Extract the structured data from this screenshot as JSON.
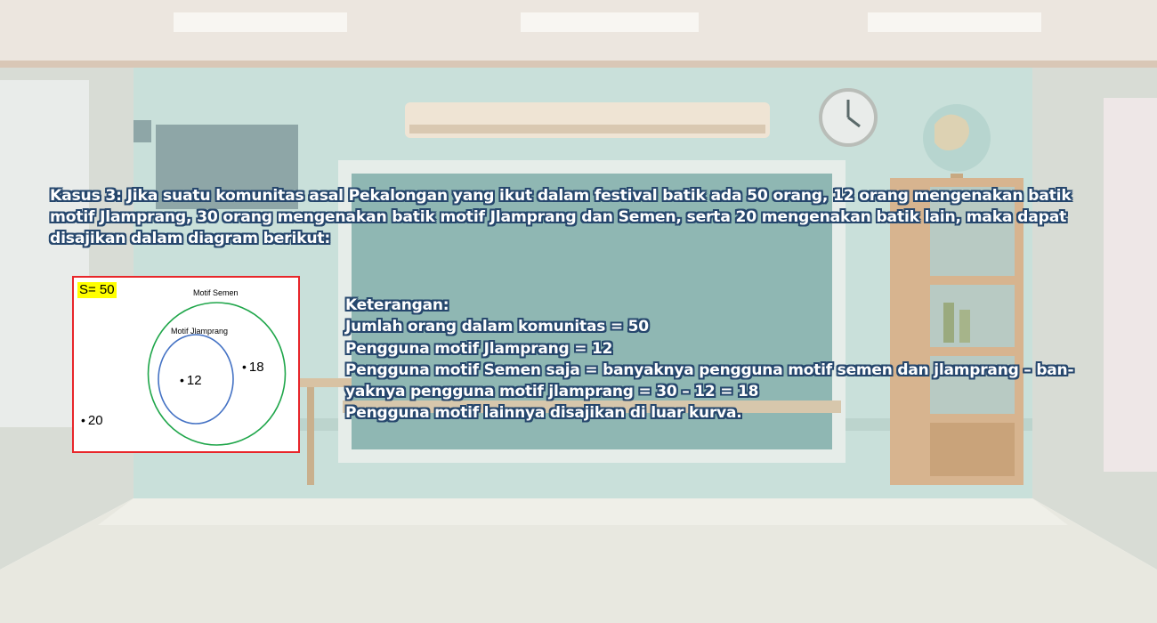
{
  "case_text": "Kasus 3: Jika suatu komunitas asal Pekalongan yang ikut dalam festival batik ada 50 orang, 12 orang mengenakan batik motif Jlamprang,  30 orang mengenakan batik motif Jlamprang dan Semen, serta 20 mengenakan batik lain, maka dapat disajikan dalam diagram berikut:",
  "diagram": {
    "universal_label": "S= 50",
    "outer_set_label": "Motif Semen",
    "inner_set_label": "Motif Jlamprang",
    "inner_value": "12",
    "outer_only_value": "18",
    "outside_value": "20",
    "colors": {
      "outer": "#1fa64a",
      "inner": "#4472c4",
      "frame": "#e8262a",
      "highlight": "#ffff00"
    }
  },
  "legend": {
    "title": "Keterangan:",
    "line1": "Jumlah orang dalam komunitas = 50",
    "line2": "Pengguna motif Jlamprang = 12",
    "line3": "Pengguna motif Semen saja = banyaknya pengguna motif semen dan jlamprang – ban-",
    "line4": "yaknya pengguna motif jlamprang = 30 – 12 = 18",
    "line5": "Pengguna motif lainnya disajikan di luar kurva."
  }
}
